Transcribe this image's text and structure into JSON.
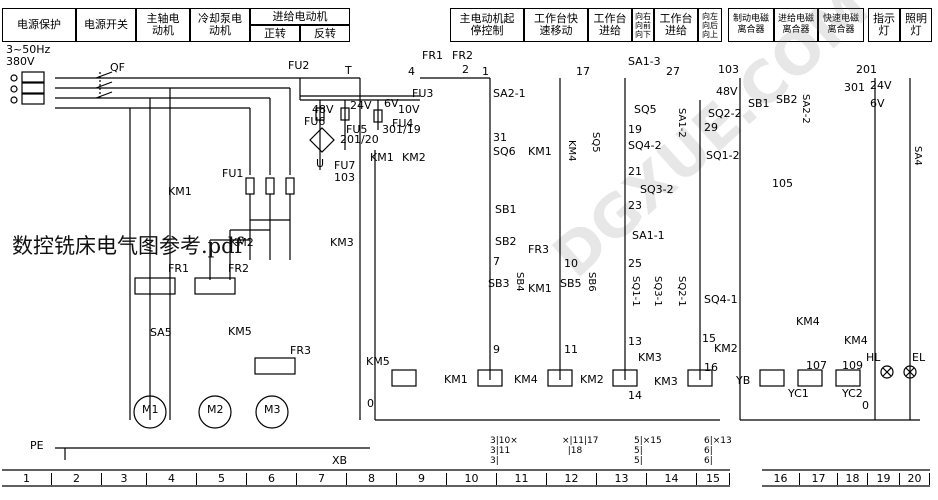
{
  "header": {
    "left": [
      {
        "label": "电源保护"
      },
      {
        "label": "电源开关"
      },
      {
        "label": "主轴电动机"
      },
      {
        "label": "冷却泵电动机"
      },
      {
        "label": "进给电动机"
      },
      {
        "label": "正转"
      },
      {
        "label": "反转"
      }
    ],
    "mid": [
      {
        "label": "主电动机起停控制"
      },
      {
        "label": "工作台快速移动"
      },
      {
        "label": "工作台进给"
      },
      {
        "label": "向右向前向下"
      },
      {
        "label": "工作台进给"
      },
      {
        "label": "向左向后向上"
      }
    ],
    "right": [
      {
        "label": "制动电磁离合器"
      },
      {
        "label": "进给电磁离合器"
      },
      {
        "label": "快速电磁离合器"
      },
      {
        "label": "指示灯"
      },
      {
        "label": "照明灯"
      }
    ]
  },
  "supply": {
    "freq": "3~50Hz",
    "voltage": "380V"
  },
  "labels": {
    "qf": "QF",
    "fu1": "FU1",
    "fu2": "FU2",
    "fu3": "FU3",
    "fu4": "FU4",
    "fu5": "FU5",
    "fu6": "FU6",
    "fu7": "FU7",
    "t": "T",
    "u": "U",
    "km1": "KM1",
    "km2": "KM2",
    "km3": "KM3",
    "km4": "KM4",
    "km5": "KM5",
    "fr1": "FR1",
    "fr2": "FR2",
    "fr3": "FR3",
    "sa5": "SA5",
    "m1": "M1",
    "m2": "M2",
    "m3": "M3",
    "pe": "PE",
    "xb": "XB",
    "v48": "48V",
    "v24": "24V",
    "v6": "6V",
    "v10": "10V",
    "n201_20": "201/20",
    "n301_19": "301/19",
    "n103": "103",
    "sa21": "SA2-1",
    "sa22": "SA2-2",
    "sa13": "SA1-3",
    "sa12": "SA1-2",
    "sa11": "SA1-1",
    "sa4": "SA4",
    "sq6": "SQ6",
    "sq5": "SQ5",
    "sq42": "SQ4-2",
    "sq22": "SQ2-2",
    "sq12": "SQ1-2",
    "sq32": "SQ3-2",
    "sq11": "SQ1-1",
    "sq31": "SQ3-1",
    "sq21": "SQ2-1",
    "sq41": "SQ4-1",
    "sb1": "SB1",
    "sb2": "SB2",
    "sb3": "SB3",
    "sb4": "SB4",
    "sb5": "SB5",
    "sb6": "SB6",
    "yb": "YB",
    "yc1": "YC1",
    "yc2": "YC2",
    "hl": "HL",
    "el": "EL",
    "n1": "1",
    "n2": "2",
    "n4": "4",
    "n7": "7",
    "n9": "9",
    "n10": "10",
    "n11": "11",
    "n13": "13",
    "n14": "14",
    "n15": "15",
    "n16": "16",
    "n17": "17",
    "n19": "19",
    "n21": "21",
    "n23": "23",
    "n25": "25",
    "n27": "27",
    "n29": "29",
    "n31": "31",
    "n105": "105",
    "n107": "107",
    "n109": "109",
    "n201": "201",
    "n301": "301",
    "n0a": "0",
    "n0b": "0",
    "v24b": "24V",
    "v6b": "6V",
    "v48b": "48V",
    "n103b": "103"
  },
  "caption": "数控铣床电气图参考.pdf",
  "xref": {
    "km1": "3|10×\n3|11\n3|",
    "km4": "×|11|17\n  |18",
    "km2": "5|×15\n5|\n5|",
    "km3": "6|×13\n6|\n6|"
  },
  "columns": [
    "1",
    "2",
    "3",
    "4",
    "5",
    "6",
    "7",
    "8",
    "9",
    "10",
    "11",
    "12",
    "13",
    "14",
    "15",
    "16",
    "17",
    "18",
    "19",
    "20"
  ],
  "watermark": "DGXUE.COM"
}
